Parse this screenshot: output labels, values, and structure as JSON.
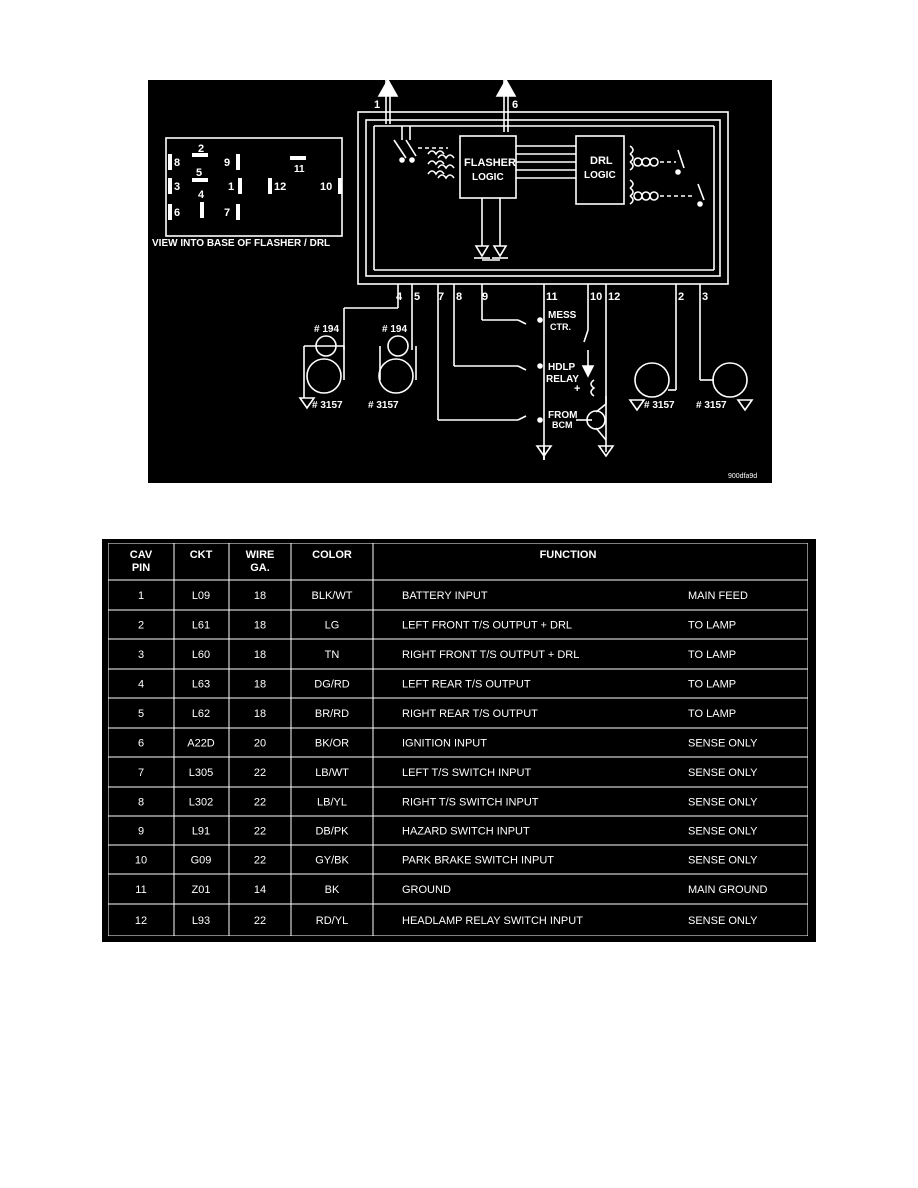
{
  "diagram": {
    "terminals": {
      "top_left": "1",
      "top_mid": "6",
      "bottom": [
        "4",
        "5",
        "7",
        "8",
        "9",
        "11",
        "10",
        "12",
        "2",
        "3"
      ]
    },
    "blocks": {
      "flasher": [
        "FLASHER",
        "LOGIC"
      ],
      "drl": [
        "DRL",
        "LOGIC"
      ]
    },
    "base_view": {
      "caption": "VIEW INTO BASE OF FLASHER / DRL",
      "pins": [
        "2",
        "8",
        "9",
        "11",
        "5",
        "3",
        "4",
        "1",
        "12",
        "10",
        "6",
        "7"
      ]
    },
    "bulbs": {
      "small": "# 194",
      "large": "# 3157"
    },
    "labels": {
      "mess_ctr": [
        "MESS",
        "CTR."
      ],
      "hdlp_relay": [
        "HDLP",
        "RELAY"
      ],
      "from_bcm": [
        "FROM",
        "BCM"
      ],
      "plus": "+",
      "figure_id": "900dfa9d"
    }
  },
  "table": {
    "headers": [
      [
        "CAV",
        "PIN"
      ],
      [
        "CKT"
      ],
      [
        "WIRE",
        "GA."
      ],
      [
        "COLOR"
      ],
      [
        "FUNCTION"
      ]
    ],
    "rows": [
      [
        "1",
        "L09",
        "18",
        "BLK/WT",
        "BATTERY INPUT",
        "MAIN FEED"
      ],
      [
        "2",
        "L61",
        "18",
        "LG",
        "LEFT FRONT T/S OUTPUT + DRL",
        "TO LAMP"
      ],
      [
        "3",
        "L60",
        "18",
        "TN",
        "RIGHT FRONT T/S OUTPUT + DRL",
        "TO LAMP"
      ],
      [
        "4",
        "L63",
        "18",
        "DG/RD",
        "LEFT REAR T/S OUTPUT",
        "TO LAMP"
      ],
      [
        "5",
        "L62",
        "18",
        "BR/RD",
        "RIGHT REAR T/S OUTPUT",
        "TO LAMP"
      ],
      [
        "6",
        "A22D",
        "20",
        "BK/OR",
        "IGNITION INPUT",
        "SENSE ONLY"
      ],
      [
        "7",
        "L305",
        "22",
        "LB/WT",
        "LEFT T/S SWITCH INPUT",
        "SENSE ONLY"
      ],
      [
        "8",
        "L302",
        "22",
        "LB/YL",
        "RIGHT T/S SWITCH INPUT",
        "SENSE ONLY"
      ],
      [
        "9",
        "L91",
        "22",
        "DB/PK",
        "HAZARD SWITCH INPUT",
        "SENSE ONLY"
      ],
      [
        "10",
        "G09",
        "22",
        "GY/BK",
        "PARK BRAKE SWITCH INPUT",
        "SENSE ONLY"
      ],
      [
        "11",
        "Z01",
        "14",
        "BK",
        "GROUND",
        "MAIN GROUND"
      ],
      [
        "12",
        "L93",
        "22",
        "RD/YL",
        "HEADLAMP RELAY SWITCH INPUT",
        "SENSE ONLY"
      ]
    ]
  },
  "colors": {
    "background": "#000000",
    "lines": "#ffffff"
  }
}
